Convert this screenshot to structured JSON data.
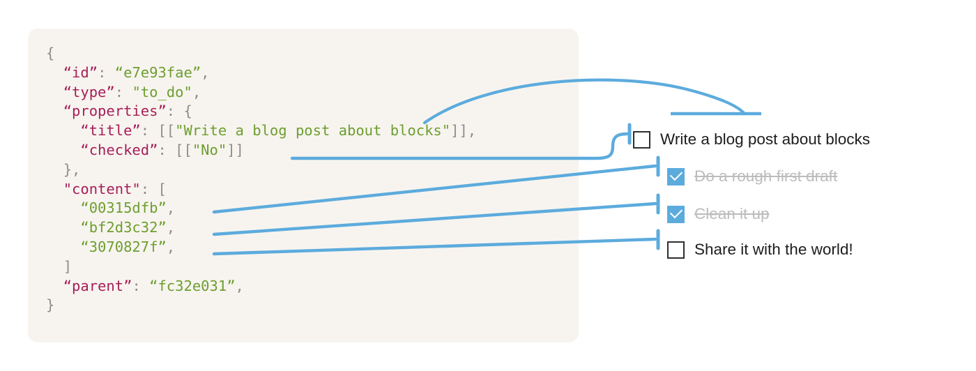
{
  "colors": {
    "panel_bg": "#f7f4ef",
    "json_key": "#a61e5a",
    "json_value": "#6d9e2f",
    "json_punct": "#8c8c8c",
    "connector": "#5cabdd",
    "checkbox_checked": "#5cabdd",
    "checkbox_border": "#2f2f2f",
    "label_text": "#1d1d1d",
    "label_done_text": "#bcbcbc"
  },
  "json_block": {
    "lines": [
      {
        "indent": 0,
        "tokens": [
          {
            "t": "{",
            "c": "p"
          }
        ]
      },
      {
        "indent": 1,
        "tokens": [
          {
            "t": "“id”",
            "c": "k"
          },
          {
            "t": ": ",
            "c": "p"
          },
          {
            "t": "“e7e93fae”",
            "c": "v"
          },
          {
            "t": ",",
            "c": "p"
          }
        ]
      },
      {
        "indent": 1,
        "tokens": [
          {
            "t": "“type”",
            "c": "k"
          },
          {
            "t": ": ",
            "c": "p"
          },
          {
            "t": "\"to_do\"",
            "c": "v"
          },
          {
            "t": ",",
            "c": "p"
          }
        ]
      },
      {
        "indent": 1,
        "tokens": [
          {
            "t": "“properties”",
            "c": "k"
          },
          {
            "t": ": {",
            "c": "p"
          }
        ]
      },
      {
        "indent": 2,
        "tokens": [
          {
            "t": "“title”",
            "c": "k"
          },
          {
            "t": ": [[",
            "c": "p"
          },
          {
            "t": "\"Write a blog post about blocks\"",
            "c": "v"
          },
          {
            "t": "]],",
            "c": "p"
          }
        ]
      },
      {
        "indent": 2,
        "tokens": [
          {
            "t": "“checked”",
            "c": "k"
          },
          {
            "t": ": [[",
            "c": "p"
          },
          {
            "t": "\"No\"",
            "c": "v"
          },
          {
            "t": "]]",
            "c": "p"
          }
        ]
      },
      {
        "indent": 1,
        "tokens": [
          {
            "t": "},",
            "c": "p"
          }
        ]
      },
      {
        "indent": 1,
        "tokens": [
          {
            "t": "\"content\"",
            "c": "k"
          },
          {
            "t": ": [",
            "c": "p"
          }
        ]
      },
      {
        "indent": 2,
        "tokens": [
          {
            "t": "“00315dfb”",
            "c": "v"
          },
          {
            "t": ",",
            "c": "p"
          }
        ]
      },
      {
        "indent": 2,
        "tokens": [
          {
            "t": "“bf2d3c32”",
            "c": "v"
          },
          {
            "t": ",",
            "c": "p"
          }
        ]
      },
      {
        "indent": 2,
        "tokens": [
          {
            "t": "“3070827f”",
            "c": "v"
          },
          {
            "t": ",",
            "c": "p"
          }
        ]
      },
      {
        "indent": 1,
        "tokens": [
          {
            "t": "]",
            "c": "p"
          }
        ]
      },
      {
        "indent": 1,
        "tokens": [
          {
            "t": "“parent”",
            "c": "k"
          },
          {
            "t": ": ",
            "c": "p"
          },
          {
            "t": "“fc32e031”",
            "c": "v"
          },
          {
            "t": ",",
            "c": "p"
          }
        ]
      },
      {
        "indent": 0,
        "tokens": [
          {
            "t": "}",
            "c": "p"
          }
        ]
      }
    ],
    "raw_text": "{\n  “id”: “e7e93fae”,\n  “type”: \"to_do\",\n  “properties”: {\n    “title”: [[\"Write a blog post about blocks\"]],\n    “checked”: [[\"No\"]]\n  },\n  \"content\": [\n    “00315dfb”,\n    “bf2d3c32”,\n    “3070827f”,\n  ]\n  “parent”: “fc32e031”,\n}"
  },
  "checklist": {
    "items": [
      {
        "label": "Write a blog post about blocks",
        "checked": false,
        "indent": false
      },
      {
        "label": "Do a rough first draft",
        "checked": true,
        "indent": true
      },
      {
        "label": "Clean it up",
        "checked": true,
        "indent": true
      },
      {
        "label": "Share it with the world!",
        "checked": false,
        "indent": true
      }
    ]
  },
  "connectors": [
    {
      "from": "title-value",
      "to": "todo-0-label-underline",
      "style": "arc"
    },
    {
      "from": "checked-value",
      "to": "todo-0-checkbox",
      "style": "s-curve"
    },
    {
      "from": "content-0",
      "to": "todo-1-checkbox",
      "style": "line"
    },
    {
      "from": "content-1",
      "to": "todo-2-checkbox",
      "style": "line"
    },
    {
      "from": "content-2",
      "to": "todo-3-checkbox",
      "style": "line"
    }
  ]
}
